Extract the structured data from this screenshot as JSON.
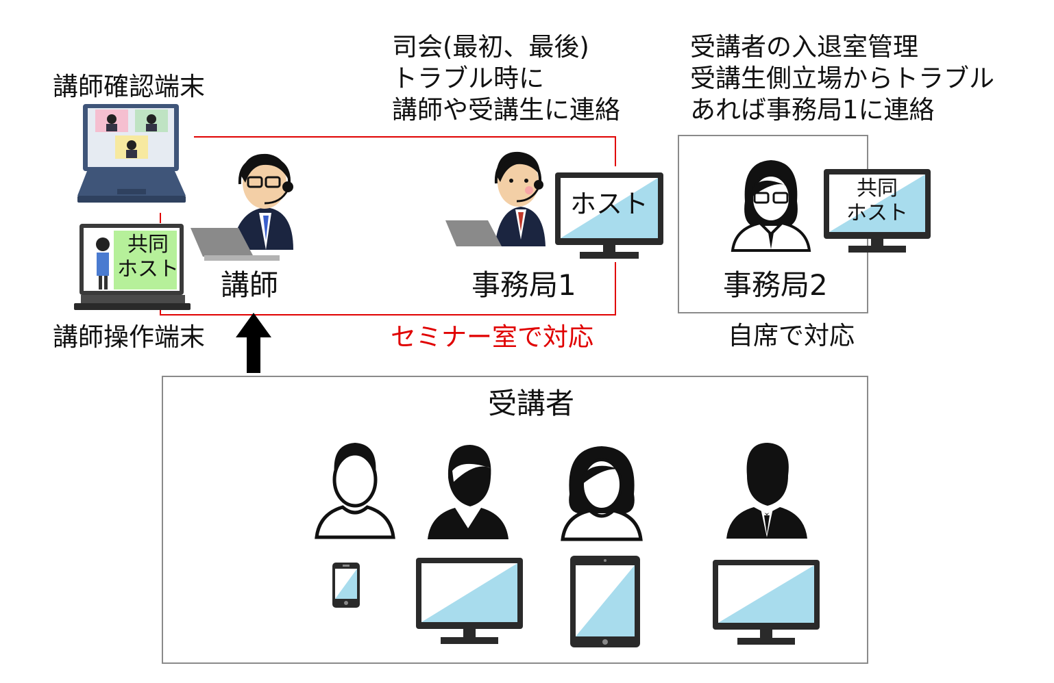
{
  "labels": {
    "instructor_check_terminal": "講師確認端末",
    "instructor_operation_terminal": "講師操作端末",
    "instructor": "講師",
    "office1": "事務局1",
    "office2": "事務局2",
    "seminar_room": "セミナー室で対応",
    "own_desk": "自席で対応",
    "attendees": "受講者"
  },
  "office1_roles": [
    "司会(最初、最後)",
    "トラブル時に",
    "講師や受講生に連絡"
  ],
  "office2_roles": [
    "受講者の入退室管理",
    "受講生側立場からトラブル",
    "あれば事務局1に連絡"
  ],
  "monitor_labels": {
    "host": "ホスト",
    "cohost_line1": "共同",
    "cohost_line2": "ホスト"
  },
  "colors": {
    "seminar_room_line": "#e00000",
    "seminar_room_text": "#e00000",
    "screen_blue": "#a8dced",
    "device_dark": "#1a1a1a",
    "box_border": "#8a8a8a"
  }
}
